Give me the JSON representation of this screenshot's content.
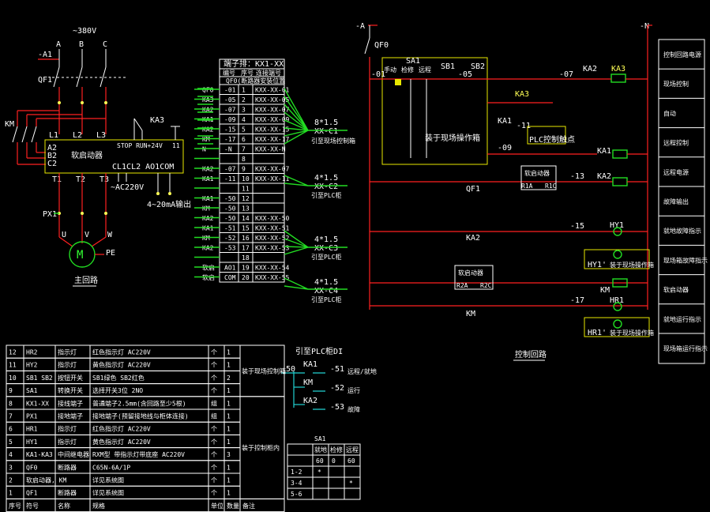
{
  "main_circuit": {
    "voltage": "~380V",
    "phases": [
      "A",
      "B",
      "C"
    ],
    "breaker": "QF1",
    "contactor": "KM",
    "phase_out": "-A1",
    "inverter_inputs": [
      "L1",
      "L2",
      "L3"
    ],
    "bypass": [
      "A2",
      "B2",
      "C2"
    ],
    "inverter_name": "软启动器",
    "inverter_top": "STOP RUN+24V",
    "inverter_top_num": "11",
    "inverter_bottom": "CL1CL2   AO1COM",
    "outputs": [
      "T1",
      "T2",
      "T3"
    ],
    "ac_label": "~AC220V",
    "relay": "KA3",
    "signal": "4~20mA输出",
    "px": "PX1",
    "uvw": [
      "U",
      "V",
      "W"
    ],
    "pe": "PE",
    "motor": "M",
    "title": "主回路"
  },
  "terminal": {
    "header": "端子排：KX1-XX",
    "cols": [
      "编号",
      "序号",
      "连接端号"
    ],
    "note": "QF0(断路器安装位置",
    "rows": [
      {
        "label": "QF0",
        "no": "-01",
        "idx": "1",
        "code": "KXX-XX-01"
      },
      {
        "label": "KA3",
        "no": "-05",
        "idx": "2",
        "code": "KXX-XX-05"
      },
      {
        "label": "KA2",
        "no": "-07",
        "idx": "3",
        "code": "KXX-XX-07"
      },
      {
        "label": "KA1",
        "no": "-09",
        "idx": "4",
        "code": "KXX-XX-09"
      },
      {
        "label": "KA2",
        "no": "-15",
        "idx": "5",
        "code": "KXX-XX-15"
      },
      {
        "label": "KM",
        "no": "-17",
        "idx": "6",
        "code": "KXX-XX-17"
      },
      {
        "label": "N",
        "no": "-N",
        "idx": "7",
        "code": "KXX-XX-N"
      },
      {
        "label": "",
        "no": "",
        "idx": "8",
        "code": ""
      },
      {
        "label": "KA2",
        "no": "-07",
        "idx": "9",
        "code": "KXX-XX-07"
      },
      {
        "label": "KA1",
        "no": "-11",
        "idx": "10",
        "code": "KXX-XX-11"
      },
      {
        "label": "",
        "no": "",
        "idx": "11",
        "code": ""
      },
      {
        "label": "KA1",
        "no": "-50",
        "idx": "12",
        "code": ""
      },
      {
        "label": "KM",
        "no": "-50",
        "idx": "13",
        "code": ""
      },
      {
        "label": "KA2",
        "no": "-50",
        "idx": "14",
        "code": "KXX-XX-50"
      },
      {
        "label": "KA1",
        "no": "-51",
        "idx": "15",
        "code": "KXX-XX-51"
      },
      {
        "label": "KM",
        "no": "-52",
        "idx": "16",
        "code": "KXX-XX-52"
      },
      {
        "label": "KA2",
        "no": "-53",
        "idx": "17",
        "code": "KXX-XX-53"
      },
      {
        "label": "",
        "no": "",
        "idx": "18",
        "code": ""
      },
      {
        "label": "软启",
        "no": "AO1",
        "idx": "19",
        "code": "KXX-XX-54"
      },
      {
        "label": "软启",
        "no": "COM",
        "idx": "20",
        "code": "KXX-XX-55"
      }
    ],
    "cables": [
      {
        "spec": "8*1.5",
        "code": "XX-C1",
        "dest": "引至现场控制箱"
      },
      {
        "spec": "4*1.5",
        "code": "XX-C2",
        "dest": "引至PLC柜"
      },
      {
        "spec": "4*1.5",
        "code": "XX-C3",
        "dest": "引至PLC柜"
      },
      {
        "spec": "4*1.5",
        "code": "XX-C4",
        "dest": "引至PLC柜"
      }
    ]
  },
  "control": {
    "phase": "-A",
    "neutral": "-N",
    "breaker": "QF0",
    "sa1": "SA1",
    "sa1_positions": [
      "手动",
      "检修",
      "远程"
    ],
    "sb1": "SB1",
    "sb2": "SB2",
    "wires": [
      "-01",
      "-05",
      "-07",
      "-09",
      "-11",
      "-13",
      "-15",
      "-17"
    ],
    "ka2": "KA2",
    "ka3": "KA3",
    "ka1": "KA1",
    "box1": "装于现场操作箱",
    "plc": "PLC控制触点",
    "softstart": "软启动器",
    "r1a": "R1A",
    "r1c": "R1C",
    "r2a": "R2A",
    "r2c": "R2C",
    "qf1": "QF1",
    "km": "KM",
    "hy1": "HY1",
    "hy1b": "HY1'",
    "hr1": "HR1",
    "hr1b": "HR1'",
    "box2": "装于现场操作箱",
    "title": "控制回路"
  },
  "right_labels": [
    "控制回路电源",
    "现场控制",
    "自动",
    "远程控制",
    "远程电源",
    "故障输出",
    "就地故障指示",
    "现场箱故障指示",
    "软启动器",
    "就地运行指示",
    "现场箱运行指示"
  ],
  "plc_block": {
    "title": "引至PLC柜DI",
    "wire": "-50",
    "rows": [
      {
        "dev": "KA1",
        "wire": "-51",
        "desc": "远程/就地"
      },
      {
        "dev": "KM",
        "wire": "-52",
        "desc": "运行"
      },
      {
        "dev": "KA2",
        "wire": "-53",
        "desc": "故障"
      }
    ]
  },
  "sa1_table": {
    "title": "SA1",
    "header": [
      "",
      "就地",
      "检修",
      "远程"
    ],
    "angles": [
      "60",
      "0",
      "60"
    ],
    "rows": [
      {
        "contact": "1-2",
        "marks": [
          "*",
          "",
          ""
        ]
      },
      {
        "contact": "3-4",
        "marks": [
          "",
          "",
          "*"
        ]
      },
      {
        "contact": "5-6",
        "marks": [
          "",
          "",
          ""
        ]
      }
    ]
  },
  "bom": {
    "header": [
      "序号",
      "符号",
      "名称",
      "规格",
      "单位",
      "数量",
      "备注"
    ],
    "rows": [
      {
        "no": "12",
        "sym": "HR2",
        "name": "指示灯",
        "spec": "红色指示灯 AC220V",
        "unit": "个",
        "qty": "1"
      },
      {
        "no": "11",
        "sym": "HY2",
        "name": "指示灯",
        "spec": "黄色指示灯 AC220V",
        "unit": "个",
        "qty": "1"
      },
      {
        "no": "10",
        "sym": "SB1 SB2",
        "name": "按钮开关",
        "spec": "SB1绿色 SB2红色",
        "unit": "个",
        "qty": "2"
      },
      {
        "no": "9",
        "sym": "SA1",
        "name": "转换开关",
        "spec": "选择开关3位 2NO",
        "unit": "个",
        "qty": "1"
      },
      {
        "no": "8",
        "sym": "KX1-XX",
        "name": "接线端子",
        "spec": "普通端子2.5mm(含回路至少5根)",
        "unit": "组",
        "qty": "1"
      },
      {
        "no": "7",
        "sym": "PX1",
        "name": "接地端子",
        "spec": "接地端子(预留接地线与柜体连接)",
        "unit": "组",
        "qty": "1"
      },
      {
        "no": "6",
        "sym": "HR1",
        "name": "指示灯",
        "spec": "红色指示灯 AC220V",
        "unit": "个",
        "qty": "1"
      },
      {
        "no": "5",
        "sym": "HY1",
        "name": "指示灯",
        "spec": "黄色指示灯 AC220V",
        "unit": "个",
        "qty": "1"
      },
      {
        "no": "4",
        "sym": "KA1-KA3",
        "name": "中间继电器",
        "spec": "RXM型 带指示灯带底座 AC220V",
        "unit": "个",
        "qty": "3"
      },
      {
        "no": "3",
        "sym": "QF0",
        "name": "断路器",
        "spec": "C65N-6A/1P",
        "unit": "个",
        "qty": "1"
      },
      {
        "no": "2",
        "sym": "软启动器, KM",
        "name": "",
        "spec": "详见系统图",
        "unit": "个",
        "qty": "1"
      },
      {
        "no": "1",
        "sym": "QF1",
        "name": "断路器",
        "spec": "详见系统图",
        "unit": "个",
        "qty": "1"
      }
    ],
    "group1": "装于现场控制箱",
    "group2": "装于控制柜内"
  }
}
